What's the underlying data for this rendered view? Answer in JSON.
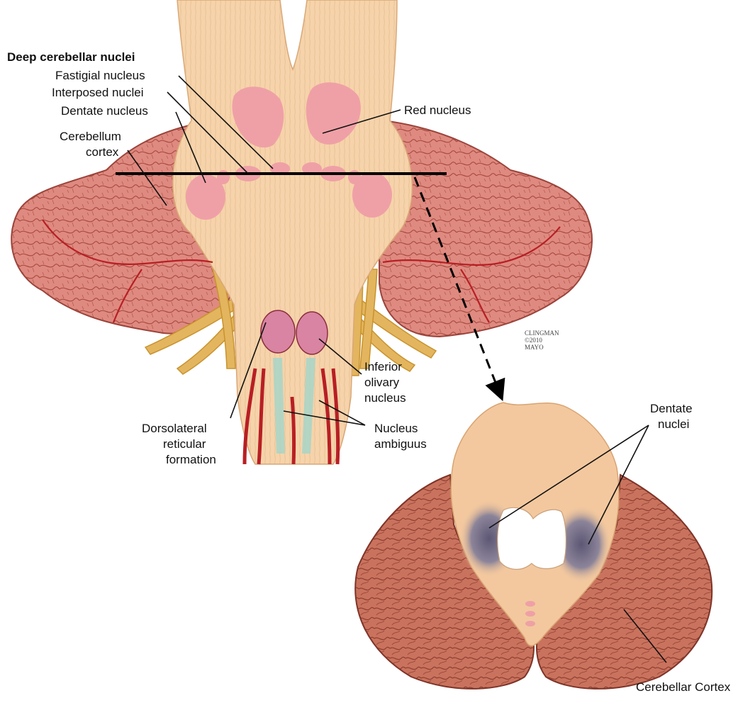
{
  "labels": {
    "deep_cerebellar_nuclei": "Deep cerebellar nuclei",
    "fastigial_nucleus": "Fastigial nucleus",
    "interposed_nuclei": "Interposed nuclei",
    "dentate_nucleus": "Dentate nucleus",
    "cerebellum_cortex_line1": "Cerebellum",
    "cerebellum_cortex_line2": "cortex",
    "red_nucleus": "Red nucleus",
    "inferior_olivary_line1": "Inferior",
    "inferior_olivary_line2": "olivary",
    "inferior_olivary_line3": "nucleus",
    "dorsolateral_line1": "Dorsolateral",
    "dorsolateral_line2": "reticular",
    "dorsolateral_line3": "formation",
    "nucleus_ambiguus_line1": "Nucleus",
    "nucleus_ambiguus_line2": "ambiguus",
    "dentate_nuclei_line1": "Dentate",
    "dentate_nuclei_line2": "nuclei",
    "cerebellar_cortex": "Cerebellar Cortex"
  },
  "credit": {
    "line1": "CLINGMAN",
    "line2": "©2010",
    "line3": "MAYO"
  },
  "colors": {
    "stem": "#f6d3aa",
    "stem_fiber": "#e3b98c",
    "cortex": "#df8a80",
    "cortex_fold": "#a5483e",
    "nucleus_pink": "#efa0a6",
    "artery": "#b81f24",
    "nerve": "#e3b55e",
    "section_cortex": "#c9735e",
    "dentate_gray": "#7d7486"
  }
}
